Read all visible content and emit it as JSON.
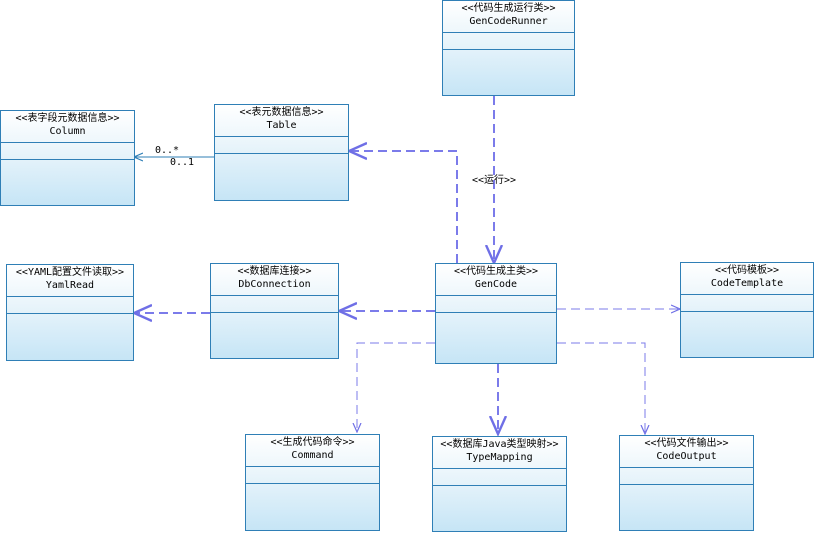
{
  "classes": {
    "runner": {
      "stereotype": "<<代码生成运行类>>",
      "name": "GenCodeRunner"
    },
    "column": {
      "stereotype": "<<表字段元数据信息>>",
      "name": "Column"
    },
    "table": {
      "stereotype": "<<表元数据信息>>",
      "name": "Table"
    },
    "yaml": {
      "stereotype": "<<YAML配置文件读取>>",
      "name": "YamlRead"
    },
    "db": {
      "stereotype": "<<数据库连接>>",
      "name": "DbConnection"
    },
    "gencode": {
      "stereotype": "<<代码生成主类>>",
      "name": "GenCode"
    },
    "template": {
      "stereotype": "<<代码模板>>",
      "name": "CodeTemplate"
    },
    "command": {
      "stereotype": "<<生成代码命令>>",
      "name": "Command"
    },
    "typemap": {
      "stereotype": "<<数据库Java类型映射>>",
      "name": "TypeMapping"
    },
    "output": {
      "stereotype": "<<代码文件输出>>",
      "name": "CodeOutput"
    }
  },
  "labels": {
    "run": "<<运行>>",
    "mult_many": "0..*",
    "mult_one": "0..1"
  },
  "colors": {
    "border": "#2f7fb6",
    "dependency": "#7b7bea",
    "association": "#2f7fb6"
  }
}
